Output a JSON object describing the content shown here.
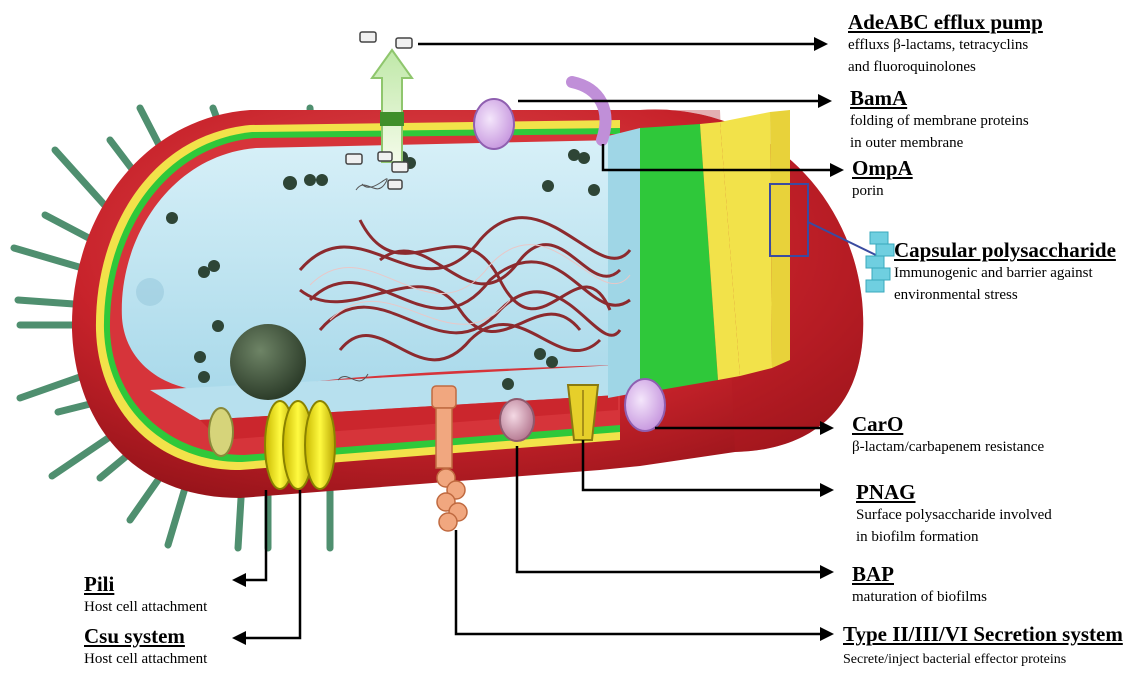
{
  "labels": {
    "adeabc": {
      "title": "AdeABC efflux pump",
      "desc1": "effluxs β-lactams, tetracyclins",
      "desc2": "and fluoroquinolones"
    },
    "bama": {
      "title": "BamA",
      "desc1": "folding of membrane proteins",
      "desc2": "in outer membrane"
    },
    "ompa": {
      "title": "OmpA",
      "desc1": "porin"
    },
    "capsular": {
      "title": "Capsular polysaccharide",
      "desc1": "Immunogenic and barrier against",
      "desc2": "environmental stress"
    },
    "caro": {
      "title": "CarO",
      "desc1": "β-lactam/carbapenem resistance"
    },
    "pnag": {
      "title": "PNAG",
      "desc1": "Surface polysaccharide involved",
      "desc2": "in biofilm formation"
    },
    "bap": {
      "title": "BAP",
      "desc1": "maturation of biofilms"
    },
    "secretion": {
      "title": "Type II/III/VI Secretion system",
      "desc1": "Secrete/inject bacterial effector proteins"
    },
    "pili": {
      "title": "Pili",
      "desc1": "Host cell attachment"
    },
    "csu": {
      "title": "Csu system",
      "desc1": "Host cell attachment"
    }
  },
  "colors": {
    "outer_membrane": "#c8232b",
    "inner_membrane": "#f2e24a",
    "peptidoglycan": "#2fc83a",
    "cytoplasm": "#bfe6f2",
    "dna": "#8c2a2e",
    "pili": "#4f8f6f",
    "capsule_block": "#6fcfe0"
  }
}
